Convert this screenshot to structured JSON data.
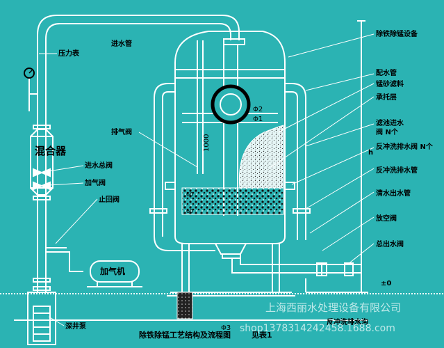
{
  "labels": {
    "inlet_pipe": "进水管",
    "equipment": "除铁除锰设备",
    "pressure_gauge": "压力表",
    "distribution_pipe": "配水管",
    "filter_media": "锰砂滤料",
    "support_layer": "承托层",
    "phi2": "Φ2",
    "phi1": "Φ1",
    "vent_valve": "排气阀",
    "dim_1000": "1000",
    "filter_inlet": "滤池进水",
    "valve_n": "阀 N个",
    "backwash_drain_valve_n": "反冲洗排水阀 N个",
    "mixer": "混合器",
    "main_inlet_valve": "进水总阀",
    "aeration_valve": "加气阀",
    "check_valve": "止回阀",
    "air_compressor": "加气机",
    "backwash_drain_pipe": "反冲洗排水管",
    "clean_outlet_pipe": "清水出水管",
    "vent_empty_valve": "放空阀",
    "main_outlet_valve": "总出水阀",
    "deep_well_pump": "深井泵",
    "zero_level": "±0",
    "phi3": "Φ3",
    "dim_h": "h",
    "layer_60": "60",
    "title": "除铁除锰工艺结构及流程图",
    "see_table": "见表1",
    "backwash_trench": "反冲洗排水沟",
    "watermark_company": "上海西丽水处理设备有限公司",
    "watermark_shop": "shop1378314242458.1688.com"
  },
  "colors": {
    "background": "#2bb3b3",
    "line": "#ffffff",
    "text": "#000000",
    "watermark": "#bfe9e9"
  }
}
